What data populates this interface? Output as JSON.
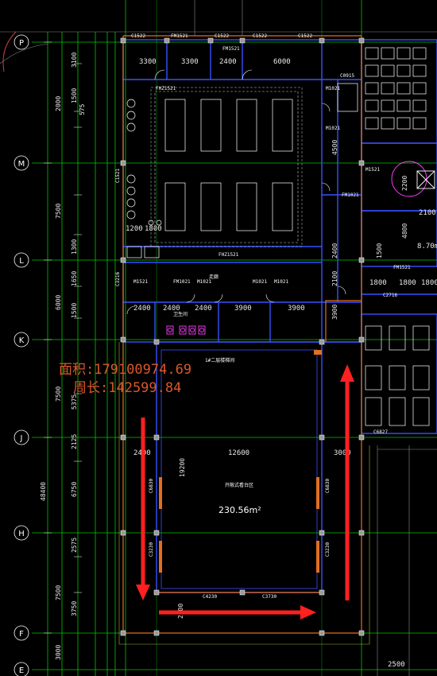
{
  "measure": {
    "area": "面积:179100974.69",
    "perimeter": "周长:142599.84"
  },
  "area_label": "230.56m²",
  "axes": [
    "P",
    "M",
    "L",
    "K",
    "J",
    "H",
    "F",
    "E"
  ],
  "dims_top": [
    "3300",
    "3300",
    "2400",
    "6000"
  ],
  "dims_left": [
    "3100",
    "2000",
    "1500",
    "575",
    "7500",
    "1300",
    "1650",
    "6000",
    "1500",
    "7500",
    "5375",
    "2125",
    "6750",
    "2575",
    "7500",
    "3750",
    "3000",
    "48400"
  ],
  "dims_mid": [
    "2400",
    "2400",
    "2400",
    "3900",
    "3900",
    "1200",
    "1800",
    "12600",
    "2400",
    "3000",
    "19200",
    "1800",
    "3900",
    "2400",
    "1800",
    "2500",
    "4500",
    "2100",
    "2200",
    "4800",
    "2100",
    "1500"
  ],
  "door_tags": [
    "C1522",
    "FM1521",
    "C1522",
    "C1522",
    "C1522",
    "FM1521",
    "FM1021",
    "M1021",
    "M1021",
    "M1021",
    "M1021",
    "M1021",
    "M1521",
    "M1521",
    "FHZ1521",
    "FHZ1521",
    "C0915",
    "C4230",
    "C3730",
    "C6827",
    "C2716",
    "C3216",
    "C6830",
    "C6830",
    "C3230",
    "C3230",
    "FM1521",
    "C1521",
    "FM1021"
  ],
  "room_names": [
    "1#二层楼梯间",
    "开敞式看台区",
    "卫生间",
    "走廊"
  ],
  "right_notes": [
    "2100",
    "8.70m",
    "1800"
  ]
}
